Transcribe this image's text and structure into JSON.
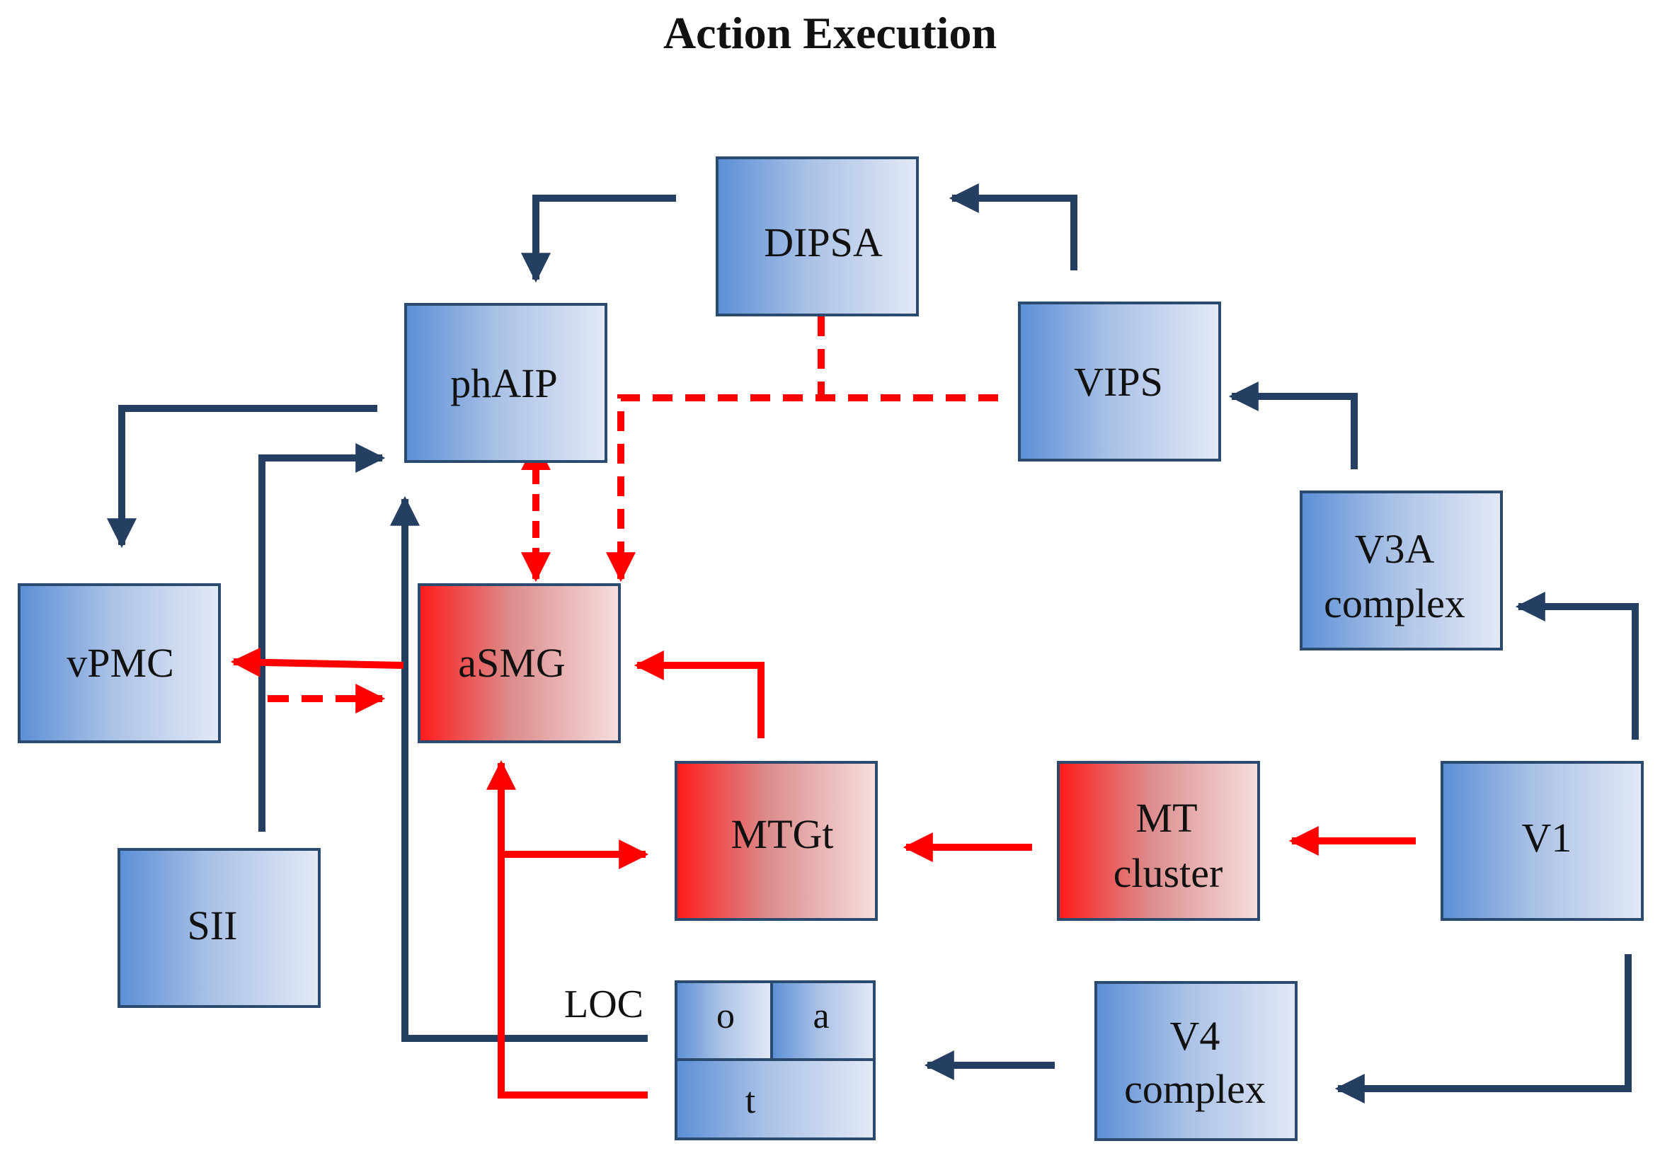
{
  "title": "Action Execution",
  "colors": {
    "blue_dark": "#5b8fd6",
    "blue_light": "#dfe7f5",
    "red_dark": "#ff1a1a",
    "red_light": "#f4d8d8",
    "border": "#2b4a70",
    "arrow_navy": "#243f62",
    "arrow_red": "#ff0000"
  },
  "nodes": {
    "dipsa": "DIPSA",
    "phaip": "phAIP",
    "vips": "VIPS",
    "v3a": [
      "V3A",
      "complex"
    ],
    "vpmc": "vPMC",
    "asmg": "aSMG",
    "mtgt": "MTGt",
    "mt": [
      "MT",
      "cluster"
    ],
    "v1": "V1",
    "sii": "SII",
    "v4": [
      "V4",
      "complex"
    ],
    "loc": {
      "label": "LOC",
      "cells": [
        "o",
        "a",
        "t"
      ]
    }
  }
}
